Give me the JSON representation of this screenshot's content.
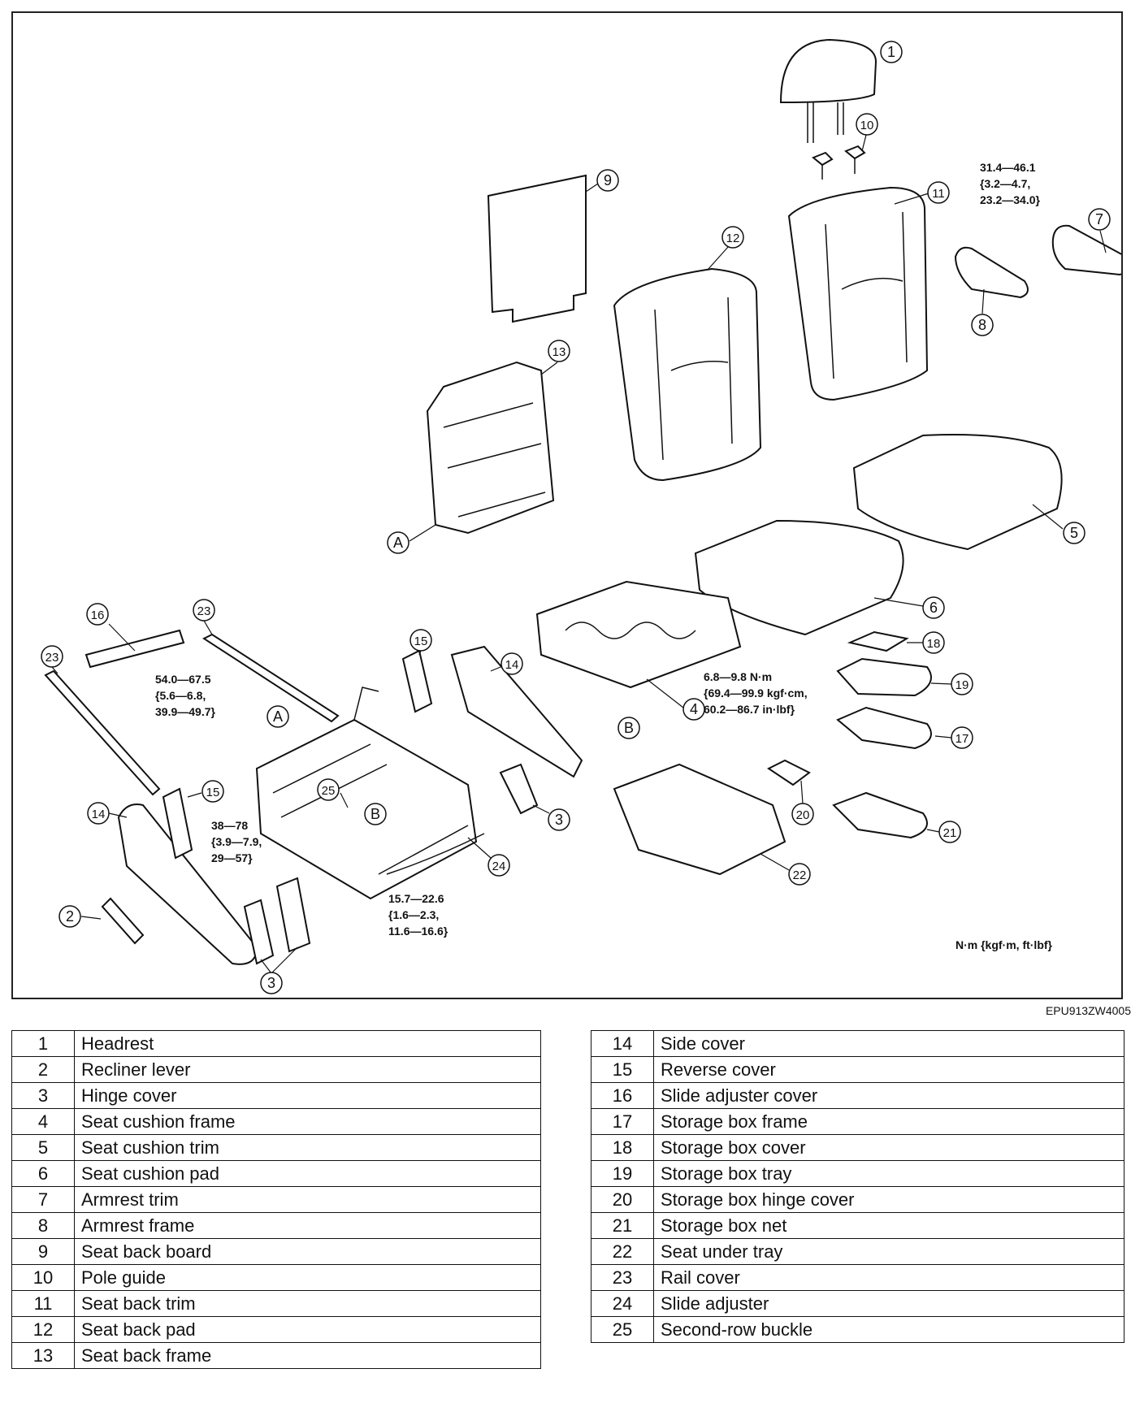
{
  "diagram": {
    "callouts": {
      "c1": "1",
      "c2": "2",
      "c3a": "3",
      "c3b": "3",
      "c4": "4",
      "c5": "5",
      "c6": "6",
      "c7": "7",
      "c8": "8",
      "c9": "9",
      "c10": "10",
      "c11": "11",
      "c12": "12",
      "c13": "13",
      "c14a": "14",
      "c14b": "14",
      "c15a": "15",
      "c15b": "15",
      "c16": "16",
      "c17": "17",
      "c18": "18",
      "c19": "19",
      "c20": "20",
      "c21": "21",
      "c22": "22",
      "c23a": "23",
      "c23b": "23",
      "c24": "24",
      "c25": "25",
      "ref_a1": "A",
      "ref_a2": "A",
      "ref_b1": "B",
      "ref_b2": "B"
    },
    "torque_armrest": [
      "31.4—46.1",
      "{3.2—4.7,",
      "23.2—34.0}"
    ],
    "torque_hinge": [
      "54.0—67.5",
      "{5.6—6.8,",
      "39.9—49.7}"
    ],
    "torque_storage": [
      "6.8—9.8 N·m",
      "{69.4—99.9 kgf·cm,",
      "60.2—86.7 in·lbf}"
    ],
    "torque_frame": [
      "38—78",
      "{3.9—7.9,",
      "29—57}"
    ],
    "torque_adjuster": [
      "15.7—22.6",
      "{1.6—2.3,",
      "11.6—16.6}"
    ],
    "units_note": "N·m {kgf·m, ft·lbf}",
    "figure_id": "EPU913ZW4005"
  },
  "parts_left": [
    {
      "num": "1",
      "name": "Headrest"
    },
    {
      "num": "2",
      "name": "Recliner lever"
    },
    {
      "num": "3",
      "name": "Hinge cover"
    },
    {
      "num": "4",
      "name": "Seat cushion frame"
    },
    {
      "num": "5",
      "name": "Seat cushion trim"
    },
    {
      "num": "6",
      "name": "Seat cushion pad"
    },
    {
      "num": "7",
      "name": "Armrest trim"
    },
    {
      "num": "8",
      "name": "Armrest frame"
    },
    {
      "num": "9",
      "name": "Seat back board"
    },
    {
      "num": "10",
      "name": "Pole guide"
    },
    {
      "num": "11",
      "name": "Seat back trim"
    },
    {
      "num": "12",
      "name": "Seat back pad"
    },
    {
      "num": "13",
      "name": "Seat back frame"
    }
  ],
  "parts_right": [
    {
      "num": "14",
      "name": "Side cover"
    },
    {
      "num": "15",
      "name": "Reverse cover"
    },
    {
      "num": "16",
      "name": "Slide adjuster cover"
    },
    {
      "num": "17",
      "name": "Storage box frame"
    },
    {
      "num": "18",
      "name": "Storage box cover"
    },
    {
      "num": "19",
      "name": "Storage box tray"
    },
    {
      "num": "20",
      "name": "Storage box hinge cover"
    },
    {
      "num": "21",
      "name": "Storage box net"
    },
    {
      "num": "22",
      "name": "Seat under tray"
    },
    {
      "num": "23",
      "name": "Rail cover"
    },
    {
      "num": "24",
      "name": "Slide adjuster"
    },
    {
      "num": "25",
      "name": "Second-row buckle"
    }
  ]
}
